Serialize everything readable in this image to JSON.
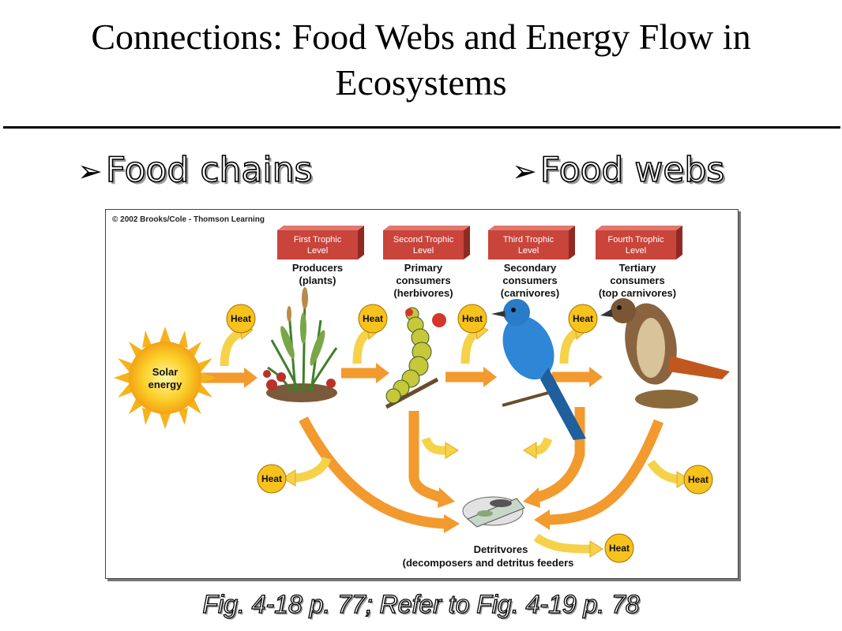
{
  "slide": {
    "title_line1": "Connections:  Food Webs and Energy Flow in",
    "title_line2": "Ecosystems",
    "bullets": [
      "Food chains",
      "Food webs"
    ],
    "bullet_mark": "➢",
    "caption": "Fig. 4-18 p. 77; Refer to Fig. 4-19 p. 78"
  },
  "figure": {
    "copyright": "© 2002 Brooks/Cole - Thomson Learning",
    "levels": [
      {
        "tag_line1": "First Trophic",
        "tag_line2": "Level",
        "name_line1": "Producers",
        "name_line2": "(plants)",
        "name_line3": ""
      },
      {
        "tag_line1": "Second Trophic",
        "tag_line2": "Level",
        "name_line1": "Primary",
        "name_line2": "consumers",
        "name_line3": "(herbivores)"
      },
      {
        "tag_line1": "Third Trophic",
        "tag_line2": "Level",
        "name_line1": "Secondary",
        "name_line2": "consumers",
        "name_line3": "(carnivores)"
      },
      {
        "tag_line1": "Fourth Trophic",
        "tag_line2": "Level",
        "name_line1": "Tertiary",
        "name_line2": "consumers",
        "name_line3": "(top carnivores)"
      }
    ],
    "sun_line1": "Solar",
    "sun_line2": "energy",
    "heat_label": "Heat",
    "detritivores_line1": "Detritvores",
    "detritivores_line2": "(decomposers and detritus feeders",
    "colors": {
      "flow": "#f29a2e",
      "heat_flow": "#f6d24a",
      "heat_circle": "#f7c21b",
      "tag": "#c9443a",
      "sun": "#f9c21a"
    }
  }
}
